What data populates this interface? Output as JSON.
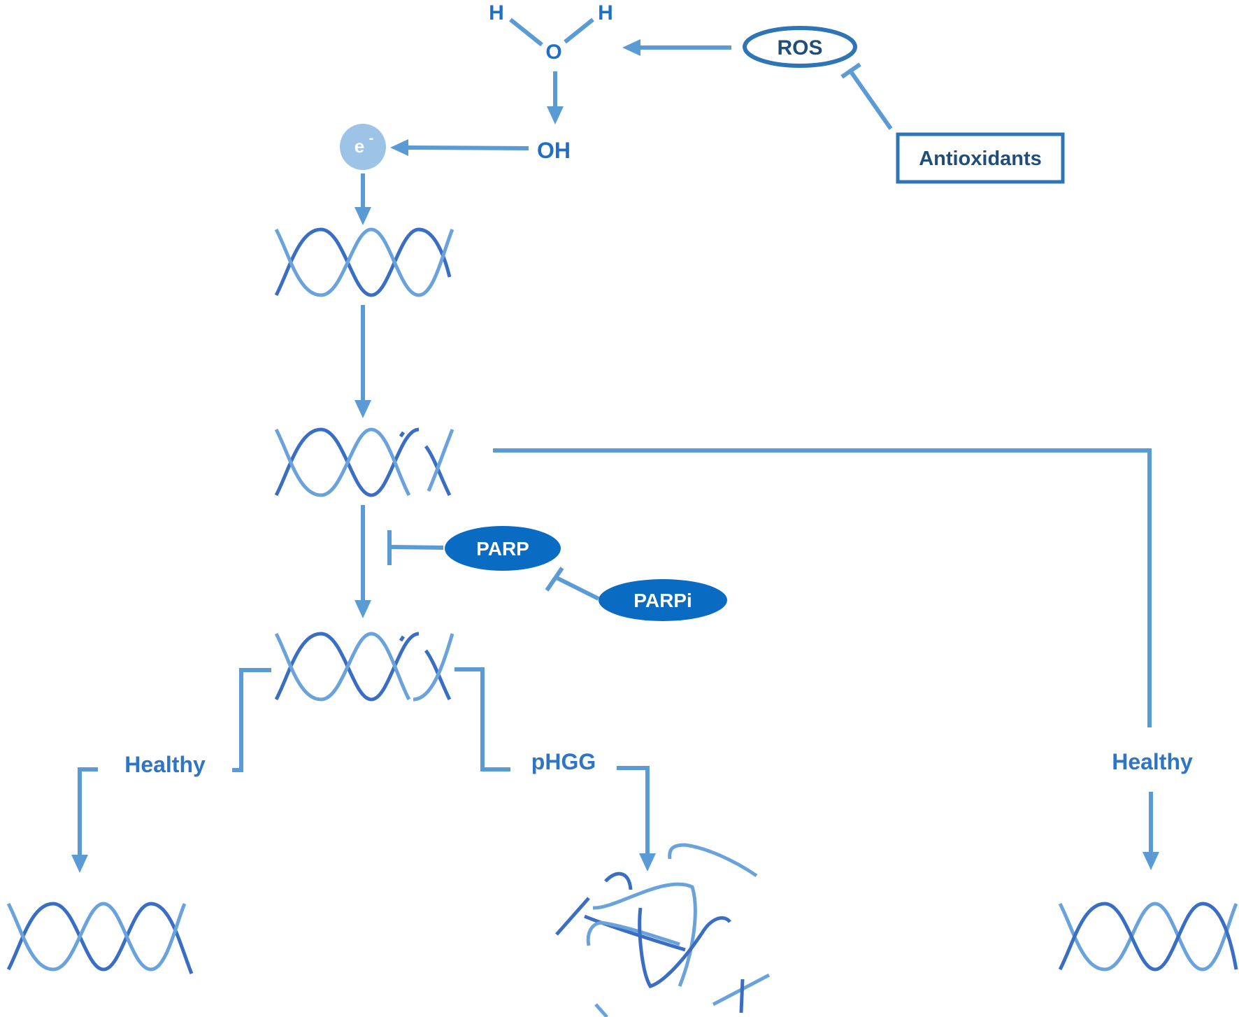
{
  "labels": {
    "h_left": "H",
    "h_right": "H",
    "o": "O",
    "oh": "OH",
    "electron": "e",
    "electron_sup": "-",
    "ros": "ROS",
    "antioxidants": "Antioxidants",
    "parp": "PARP",
    "parpi": "PARPi",
    "healthy_left": "Healthy",
    "phgg": "pHGG",
    "healthy_right": "Healthy"
  },
  "colors": {
    "line": "#5b9bd5",
    "dark_strand": "#3a6ec4",
    "light_strand": "#6aa3dc",
    "text": "#2e75c6",
    "navy_text": "#1f4e79",
    "node_fill": "#0a6bc2",
    "electron_fill": "#9dc3e6",
    "box_stroke": "#2e75b6"
  }
}
